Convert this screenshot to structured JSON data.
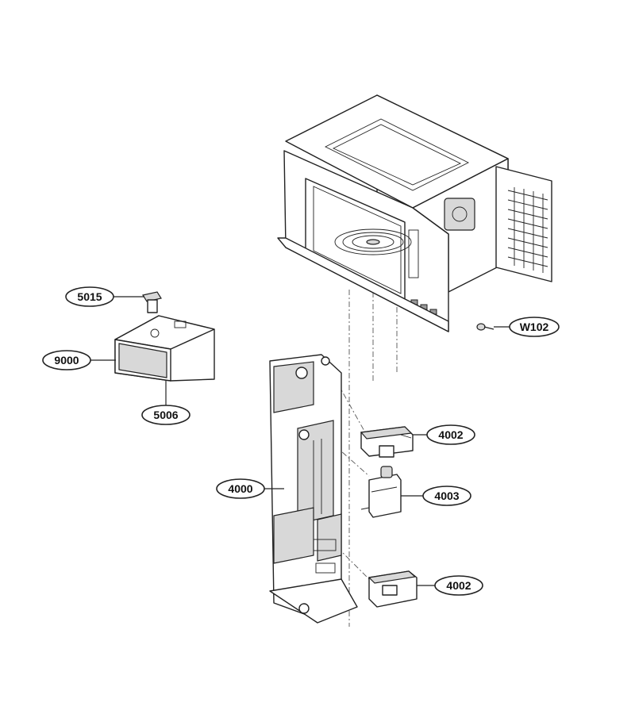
{
  "callouts": {
    "c5015": "5015",
    "c9000": "9000",
    "c5006": "5006",
    "cW102": "W102",
    "c4002a": "4002",
    "c4003": "4003",
    "c4000": "4000",
    "c4002b": "4002"
  }
}
